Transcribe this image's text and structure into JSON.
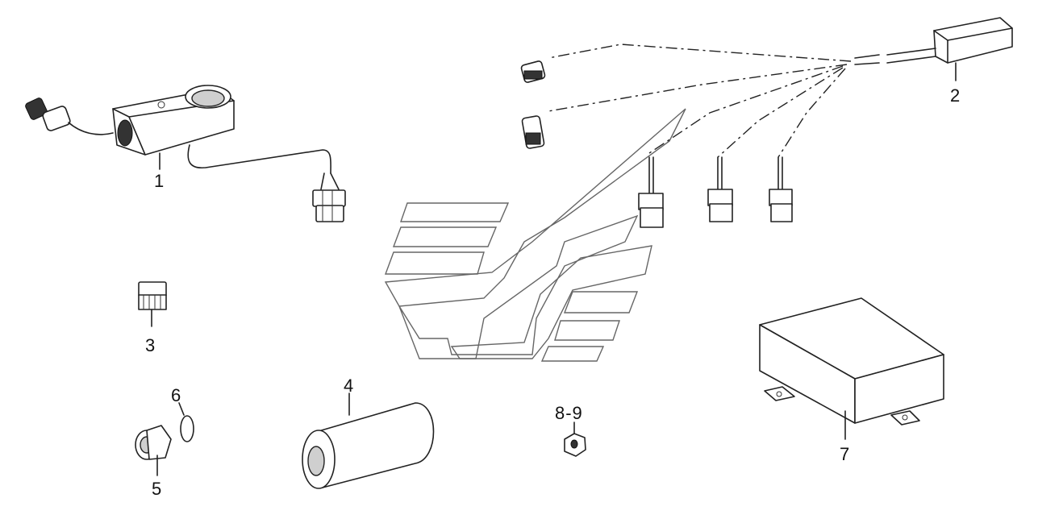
{
  "labels": {
    "part_1": "1",
    "part_2": "2",
    "part_3": "3",
    "part_4": "4",
    "part_5": "5",
    "part_6": "6",
    "part_7": "7",
    "part_8_9": "8-9"
  }
}
